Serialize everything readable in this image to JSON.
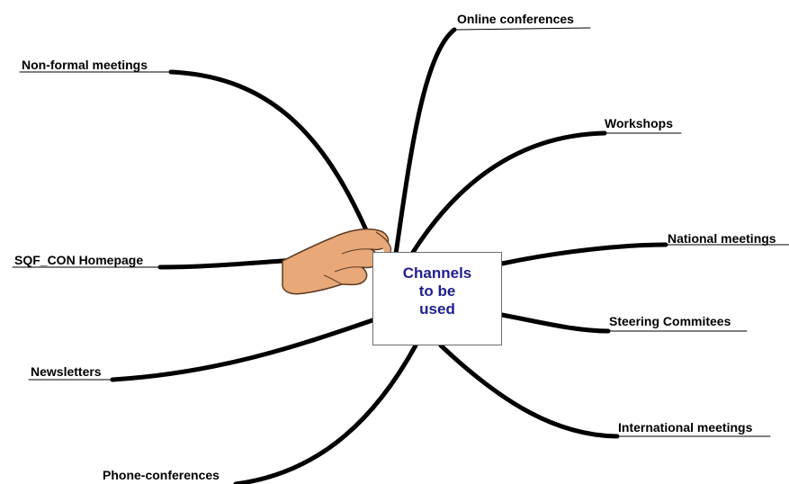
{
  "center": {
    "label": "Channels\nto be\nused",
    "text_color": "#1f1f8f"
  },
  "branches": [
    {
      "id": "online-conferences",
      "label": "Online conferences"
    },
    {
      "id": "non-formal-meetings",
      "label": "Non-formal meetings"
    },
    {
      "id": "workshops",
      "label": "Workshops"
    },
    {
      "id": "national-meetings",
      "label": "National meetings"
    },
    {
      "id": "sqf-con-homepage",
      "label": "SQF_CON Homepage"
    },
    {
      "id": "steering-commitees",
      "label": "Steering Commitees"
    },
    {
      "id": "newsletters",
      "label": "Newsletters"
    },
    {
      "id": "international-meetings",
      "label": "International meetings"
    },
    {
      "id": "phone-conferences",
      "label": "Phone-conferences"
    }
  ],
  "colors": {
    "branch_line": "#000000",
    "box_border": "#6b6b6b",
    "hand_skin": "#e8a878",
    "hand_outline": "#5a3a22"
  },
  "icons": {
    "hand": "hand-holding-icon"
  }
}
